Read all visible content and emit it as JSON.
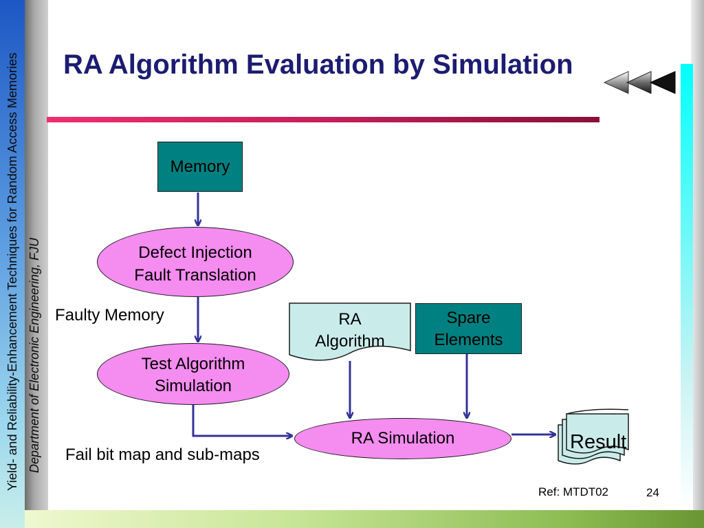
{
  "slide": {
    "title": "RA Algorithm Evaluation by Simulation",
    "side_title": "Yield- and Reliability-Enhancement Techniques for Random Access Memories",
    "side_department": "Department of Electronic Engineering, FJU",
    "reference": "Ref: MTDT02",
    "page_number": "24"
  },
  "diagram": {
    "memory": "Memory",
    "defect_line1": "Defect Injection",
    "defect_line2": "Fault Translation",
    "faulty_memory": "Faulty Memory",
    "test_line1": "Test Algorithm",
    "test_line2": "Simulation",
    "ra_alg_line1": "RA",
    "ra_alg_line2": "Algorithm",
    "spare_line1": "Spare",
    "spare_line2": "Elements",
    "ra_simulation": "RA Simulation",
    "fail_bit_map": "Fail bit map and sub-maps",
    "result": "Result"
  },
  "colors": {
    "teal_box": "#008080",
    "pink_ellipse": "#f58cf0",
    "light_teal": "#c9ecea",
    "arrow": "#33339a",
    "title": "#1c1c72"
  },
  "icons": {
    "nav": "rewind-navigation-icon"
  }
}
